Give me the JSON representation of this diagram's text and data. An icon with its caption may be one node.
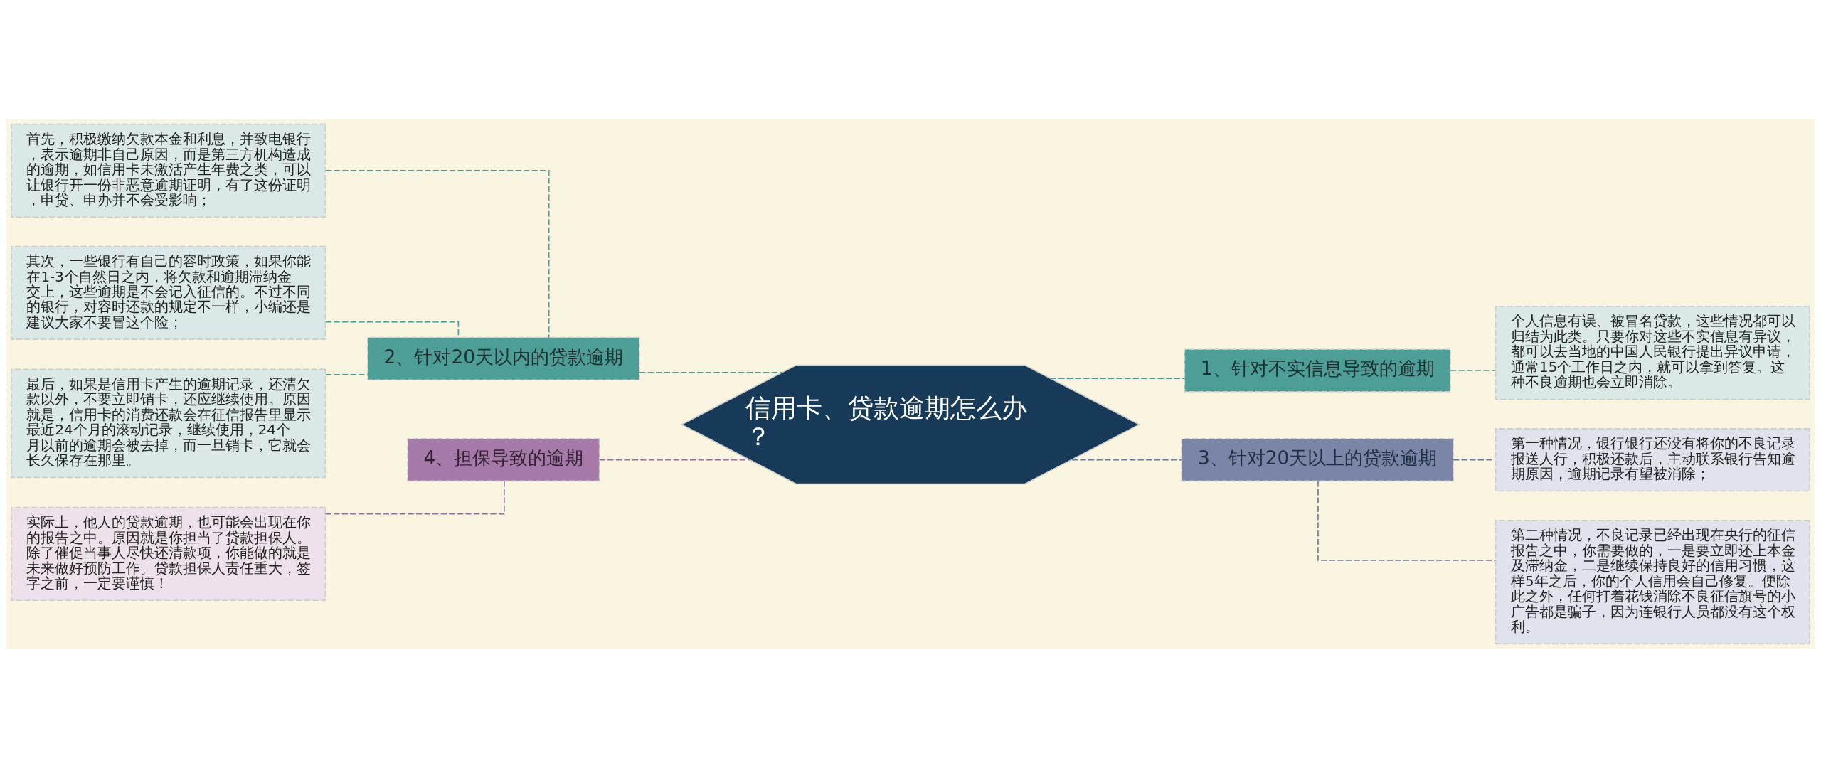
{
  "diagram": {
    "nodes": [
      {
        "text": [
          "信用卡、贷款逾期怎么办？"
        ]
      },
      {
        "text": [
          "1、针对不实信息导致的逾期"
        ]
      },
      {
        "text": [
          "个人信息有误、被冒名贷款，这些情况都可以归结为此类。只要你对这些不实信息有异议，都可以去当地的中国人民银行提出异议申请，通常15个工作日之内，就可以拿到答复。这种不良逾期也会立即消除。"
        ]
      },
      {
        "text": [
          "2、针对20天以内的贷款逾期"
        ]
      },
      {
        "text": [
          "首先，积极缴纳欠款本金和利息，并致电银行，表示逾期非自己原因，而是第三方机构造成的逾期，如信用卡未激活产生年费之类，可以让银行开一份非恶意逾期证明，有了这份证明，申贷、申办并不会受影响；"
        ]
      },
      {
        "text": [
          "其次，一些银行有自己的容时政策，如果你能在1-3个自然日之内，将欠款和逾期滞纳金交上，这些逾期是不会记入征信的。不过不同的银行，对容时还款的规定不一样，小编还是建议大家不要冒这个险；"
        ]
      },
      {
        "text": [
          "最后，如果是信用卡产生的逾期记录，还清欠款以外，不要立即销卡，还应继续使用。原因就是，信用卡的消费还款会在征信报告里显示最近24个月的滚动记录，继续使用，24个月以前的逾期会被去掉，而一旦销卡，它就会长久保存在那里。"
        ]
      },
      {
        "text": [
          "3、针对20天以上的贷款逾期"
        ]
      },
      {
        "text": [
          "第一种情况，银行银行还没有将你的不良记录报送人行，积极还款后，主动联系银行告知逾期原因，逾期记录有望被消除；"
        ]
      },
      {
        "text": [
          "第二种情况，不良记录已经出现在央行的征信报告之中，你需要做的，一是要立即还上本金及滞纳金，二是继续保持良好的信用习惯，这样5年之后，你的个人信用会自己修复。便除此之外，任何打着花钱消除不良征信旗号的小广告都是骗子，因为连银行人员都没有这个权利。"
        ]
      },
      {
        "text": [
          "4、担保导致的逾期"
        ]
      },
      {
        "text": [
          "实际上，他人的贷款逾期，也可能会出现在你的报告之中。原因就是你担当了贷款担保人。除了催促当事人尽快还清款项，你能做的就是未来做好预防工作。贷款担保人责任重大，签字之前，一定要谨慎！"
        ]
      }
    ],
    "edges": [
      {
        "from": 0,
        "to": 1,
        "arrow": "none",
        "style": "dashed",
        "color": "#4e9a96"
      },
      {
        "from": 1,
        "to": 2,
        "arrow": "none",
        "style": "dashed",
        "color": "#4e9a96"
      },
      {
        "from": 0,
        "to": 3,
        "arrow": "none",
        "style": "dashed",
        "color": "#4e9a96"
      },
      {
        "from": 3,
        "to": 4,
        "arrow": "none",
        "style": "dashed",
        "color": "#4e9a96"
      },
      {
        "from": 3,
        "to": 5,
        "arrow": "none",
        "style": "dashed",
        "color": "#4e9a96"
      },
      {
        "from": 3,
        "to": 6,
        "arrow": "none",
        "style": "dashed",
        "color": "#4e9a96"
      },
      {
        "from": 0,
        "to": 7,
        "arrow": "none",
        "style": "dashed",
        "color": "#6f7a9c"
      },
      {
        "from": 7,
        "to": 8,
        "arrow": "none",
        "style": "dashed",
        "color": "#6f7a9c"
      },
      {
        "from": 7,
        "to": 9,
        "arrow": "none",
        "style": "dashed",
        "color": "#6f7a9c"
      },
      {
        "from": 0,
        "to": 10,
        "arrow": "none",
        "style": "dashed",
        "color": "#9a6f9c"
      },
      {
        "from": 10,
        "to": 11,
        "arrow": "none",
        "style": "dashed",
        "color": "#9a6f9c"
      }
    ]
  }
}
